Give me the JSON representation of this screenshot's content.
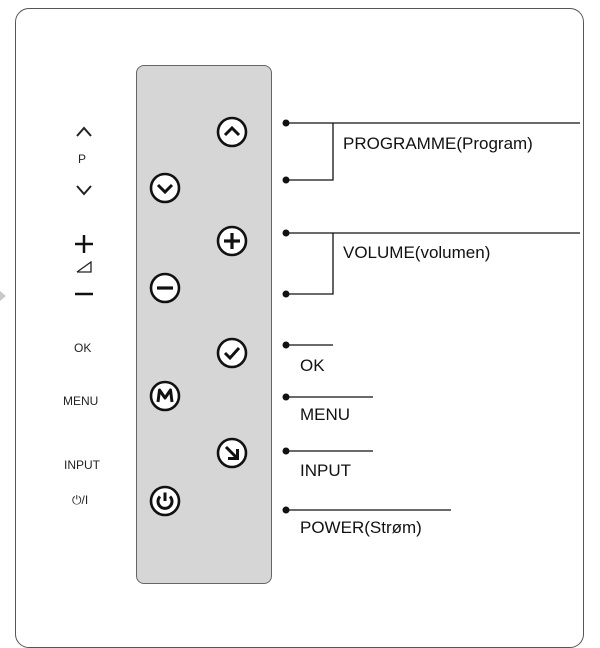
{
  "left_labels": {
    "programme_symbol": "P",
    "ok": "OK",
    "menu": "MENU",
    "input": "INPUT",
    "power": "⏻/I"
  },
  "callouts": {
    "programme": "PROGRAMME(Program)",
    "volume": "VOLUME(volumen)",
    "ok": "OK",
    "menu": "MENU",
    "input": "INPUT",
    "power": "POWER(Strøm)"
  },
  "buttons": [
    {
      "name": "programme-up-button",
      "icon": "chevron-up-icon"
    },
    {
      "name": "programme-down-button",
      "icon": "chevron-down-icon"
    },
    {
      "name": "volume-up-button",
      "icon": "plus-icon"
    },
    {
      "name": "volume-down-button",
      "icon": "minus-icon"
    },
    {
      "name": "ok-button",
      "icon": "checkmark-icon"
    },
    {
      "name": "menu-button",
      "icon": "m-letter-icon"
    },
    {
      "name": "input-button",
      "icon": "arrow-down-right-icon"
    },
    {
      "name": "power-button",
      "icon": "power-icon"
    }
  ],
  "colors": {
    "panel": "#d6d6d6",
    "line": "#111111"
  }
}
